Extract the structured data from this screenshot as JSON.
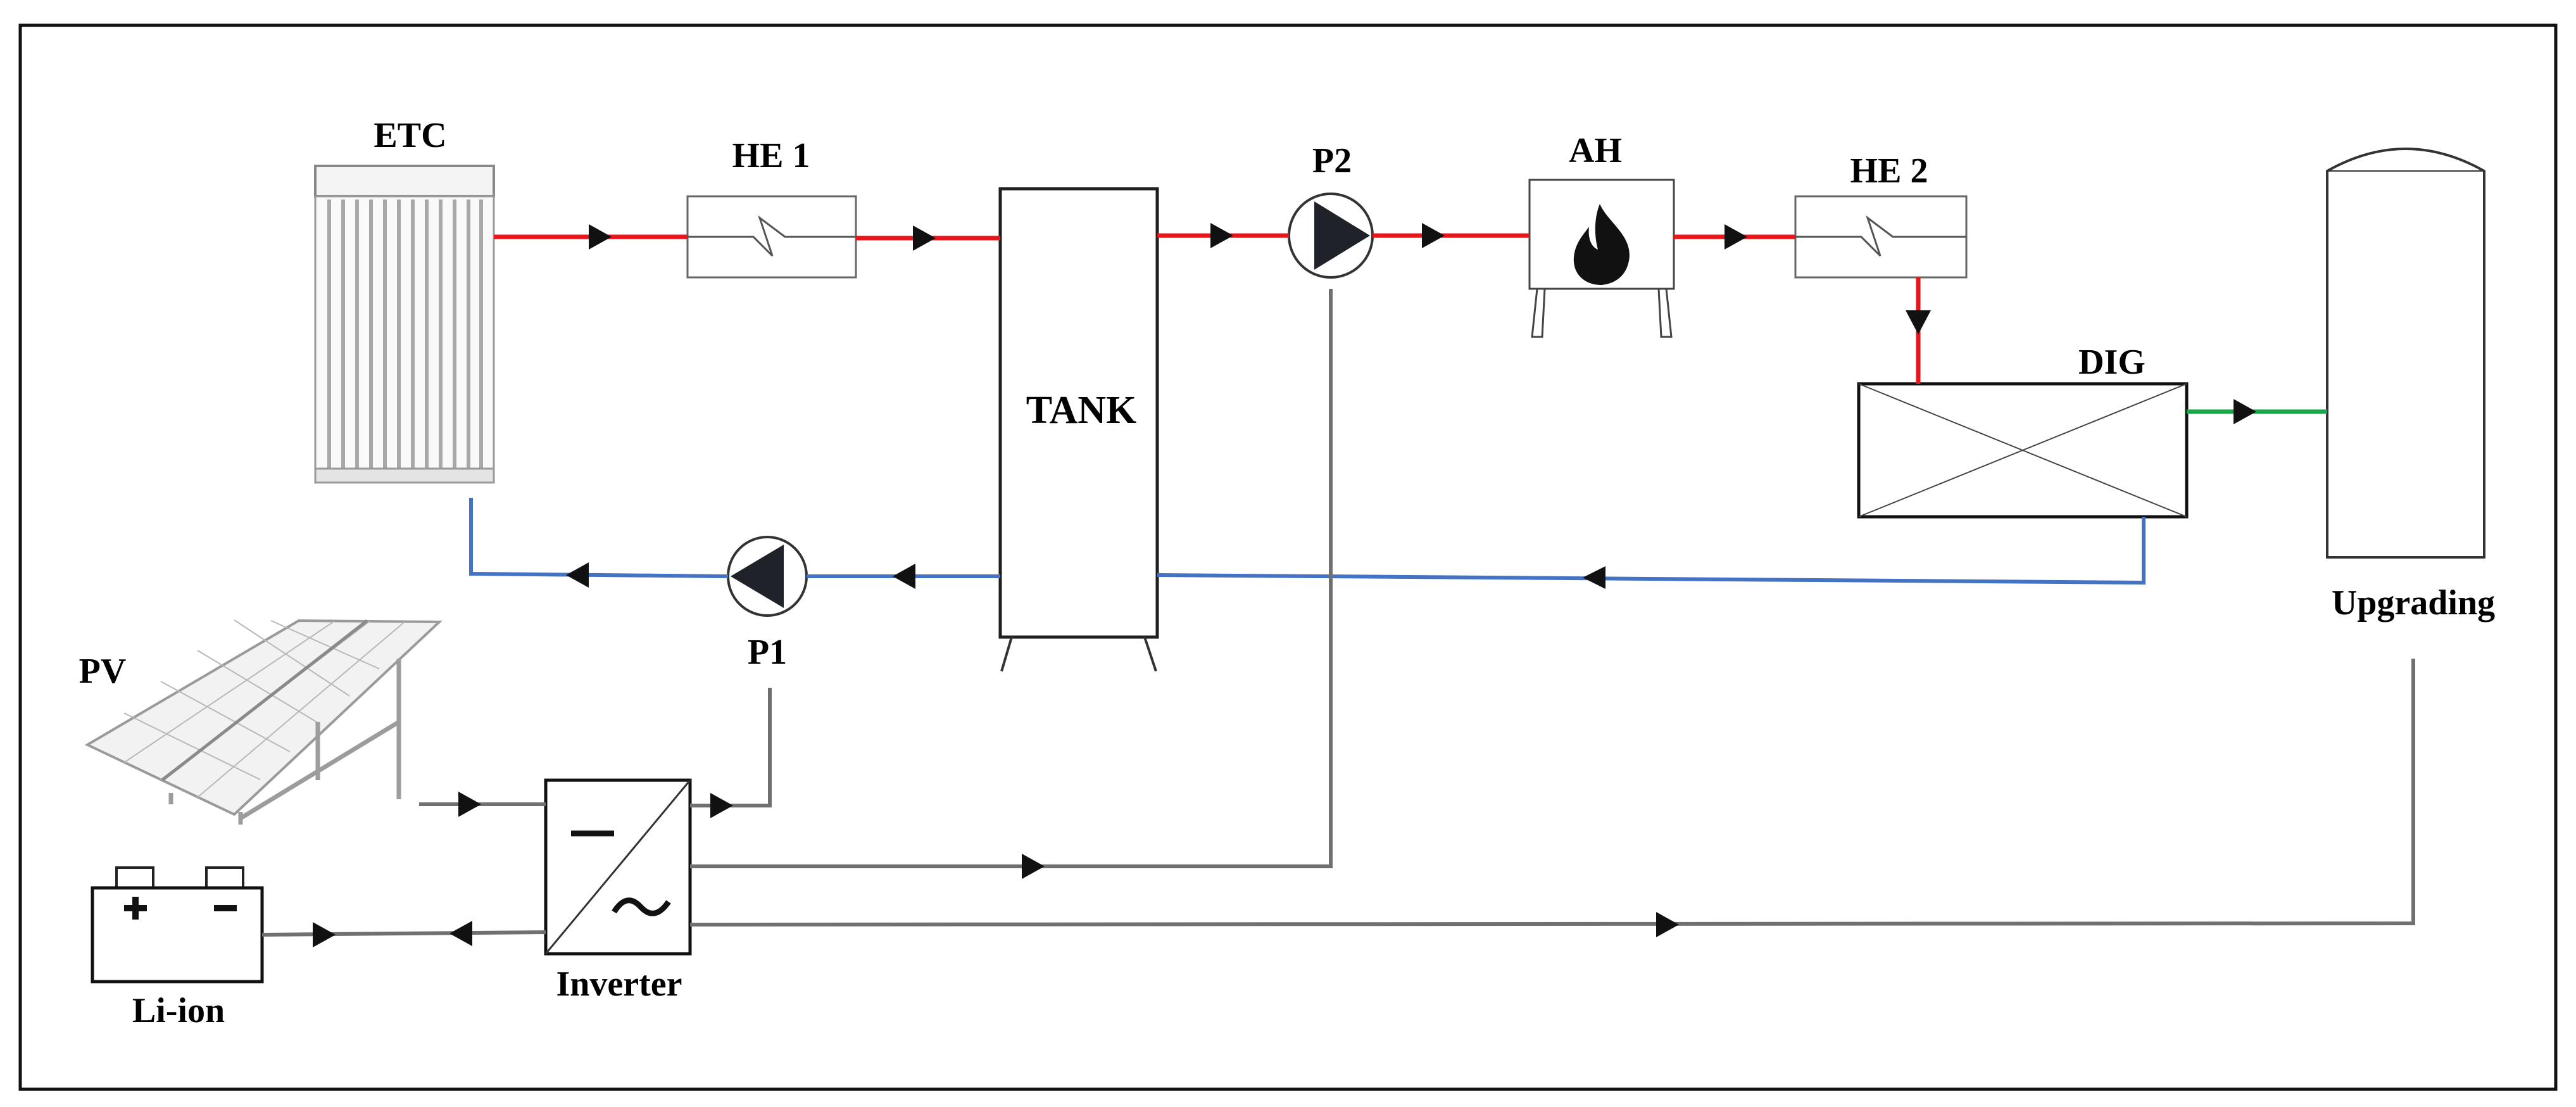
{
  "labels": {
    "etc": "ETC",
    "he1": "HE 1",
    "tank": "TANK",
    "p2": "P2",
    "ah": "AH",
    "he2": "HE 2",
    "dig": "DIG",
    "upgrading": "Upgrading",
    "p1": "P1",
    "pv": "PV",
    "inverter": "Inverter",
    "liion": "Li-ion"
  },
  "colors": {
    "hot_loop": "#e8161b",
    "return_loop": "#4472c4",
    "biogas": "#1aa64a",
    "electric": "#707070"
  },
  "icons": {
    "ah": "flame-icon",
    "battery": "battery-icon",
    "inverter": "dc-ac-inverter-icon",
    "pump": "pump-icon"
  }
}
